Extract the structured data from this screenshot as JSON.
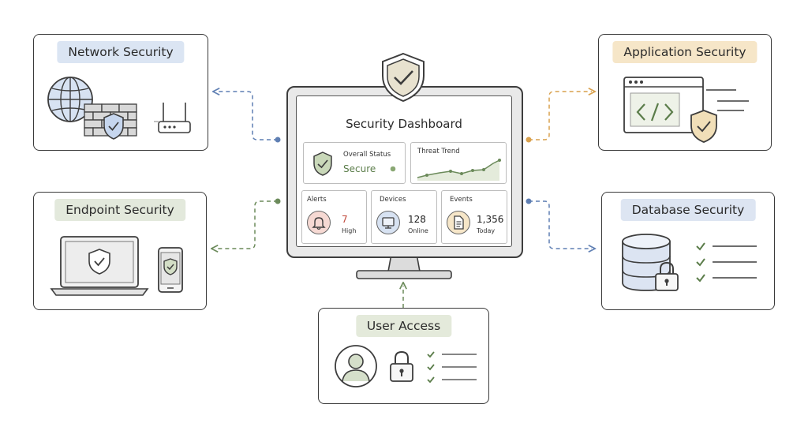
{
  "colors": {
    "network": "#dbe5f3",
    "application": "#f6e6c8",
    "endpoint": "#e3e9dc",
    "database": "#dde5f2",
    "user_access": "#e4eadb",
    "shield_fill": "#c9d8b9",
    "connector_blue": "#5f7fb3",
    "connector_orange": "#d9a14d",
    "connector_green": "#6b8a5a"
  },
  "nodes": {
    "network": {
      "title": "Network Security",
      "icons": [
        "globe-icon",
        "firewall-icon",
        "shield-icon",
        "router-icon"
      ]
    },
    "endpoint": {
      "title": "Endpoint Security",
      "icons": [
        "laptop-icon",
        "phone-icon",
        "shield-icon"
      ]
    },
    "application": {
      "title": "Application Security",
      "icons": [
        "browser-window-icon",
        "code-icon",
        "shield-icon"
      ]
    },
    "database": {
      "title": "Database Security",
      "icons": [
        "database-icon",
        "padlock-icon",
        "checklist-icon"
      ]
    },
    "user_access": {
      "title": "User Access",
      "icons": [
        "user-avatar-icon",
        "padlock-icon",
        "checklist-icon"
      ]
    }
  },
  "dashboard": {
    "title": "Security Dashboard",
    "overall_status": {
      "label": "Overall Status",
      "value": "Secure"
    },
    "threat_trend": {
      "label": "Threat Trend"
    },
    "alerts": {
      "label": "Alerts",
      "value": "7",
      "sub": "High"
    },
    "devices": {
      "label": "Devices",
      "value": "128",
      "sub": "Online"
    },
    "events": {
      "label": "Events",
      "value": "1,356",
      "sub": "Today"
    }
  }
}
